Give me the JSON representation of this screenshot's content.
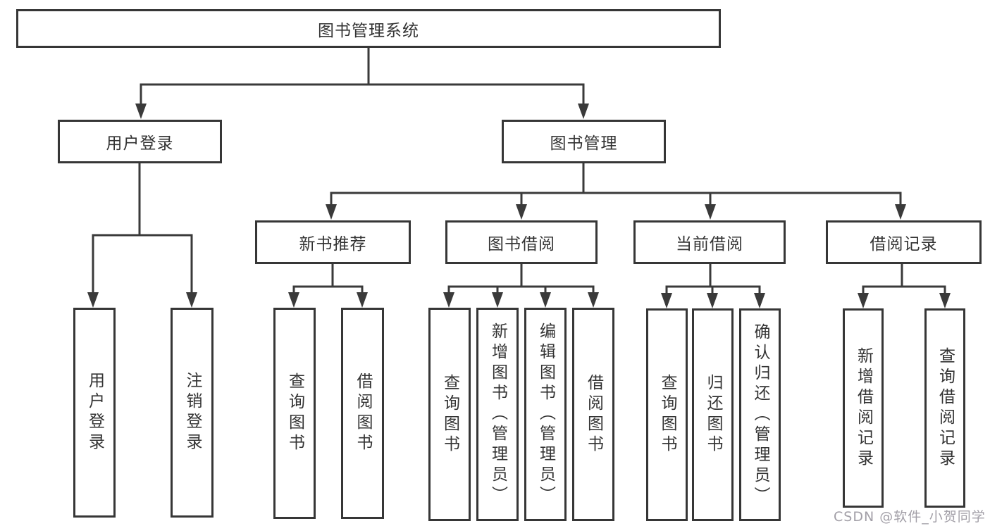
{
  "diagram": {
    "root": {
      "label": "图书管理系统"
    },
    "branches": [
      {
        "label": "用户登录",
        "children": [
          {
            "label": "用户登录"
          },
          {
            "label": "注销登录"
          }
        ]
      },
      {
        "label": "图书管理",
        "children": [
          {
            "label": "新书推荐",
            "children": [
              {
                "label": "查询图书"
              },
              {
                "label": "借阅图书"
              }
            ]
          },
          {
            "label": "图书借阅",
            "children": [
              {
                "label": "查询图书"
              },
              {
                "label": "新增图书（管理员）"
              },
              {
                "label": "编辑图书（管理员）"
              },
              {
                "label": "借阅图书"
              }
            ]
          },
          {
            "label": "当前借阅",
            "children": [
              {
                "label": "查询图书"
              },
              {
                "label": "归还图书"
              },
              {
                "label": "确认归还（管理员）"
              }
            ]
          },
          {
            "label": "借阅记录",
            "children": [
              {
                "label": "新增借阅记录"
              },
              {
                "label": "查询借阅记录"
              }
            ]
          }
        ]
      }
    ]
  },
  "watermark": {
    "text": "CSDN @软件_小贺同学"
  },
  "colors": {
    "line": "#3a3a3a",
    "border": "#363636",
    "text": "#333333",
    "background": "#ffffff",
    "watermark": "#9d9aa2"
  }
}
